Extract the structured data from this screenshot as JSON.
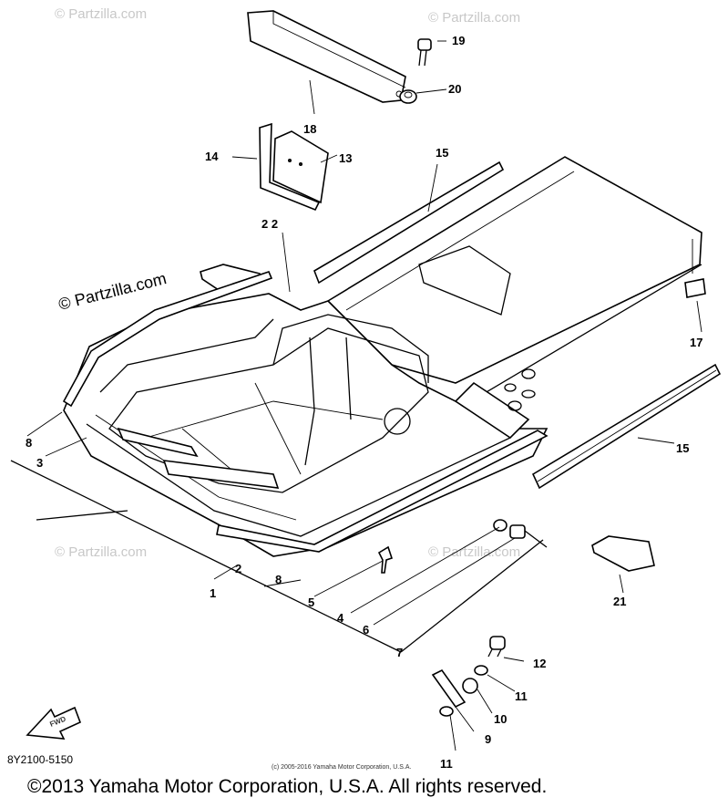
{
  "watermark": "© Partzilla.com",
  "callouts": {
    "p1": "1",
    "p2": "2",
    "p3": "3",
    "p4": "4",
    "p5": "5",
    "p6": "6",
    "p7": "7",
    "p8a": "8",
    "p8b": "8",
    "p9": "9",
    "p10": "10",
    "p11a": "11",
    "p11b": "11",
    "p12": "12",
    "p13": "13",
    "p14": "14",
    "p15a": "15",
    "p15b": "15",
    "p17": "17",
    "p18": "18",
    "p19": "19",
    "p20": "20",
    "p21": "21",
    "p22": "2 2"
  },
  "fwd_label": "FWD",
  "drawing_code": "8Y2100-5150",
  "small_copyright": "(c) 2005-2016 Yamaha Motor Corporation, U.S.A.",
  "copyright": "©2013 Yamaha Motor Corporation, U.S.A. All rights reserved."
}
